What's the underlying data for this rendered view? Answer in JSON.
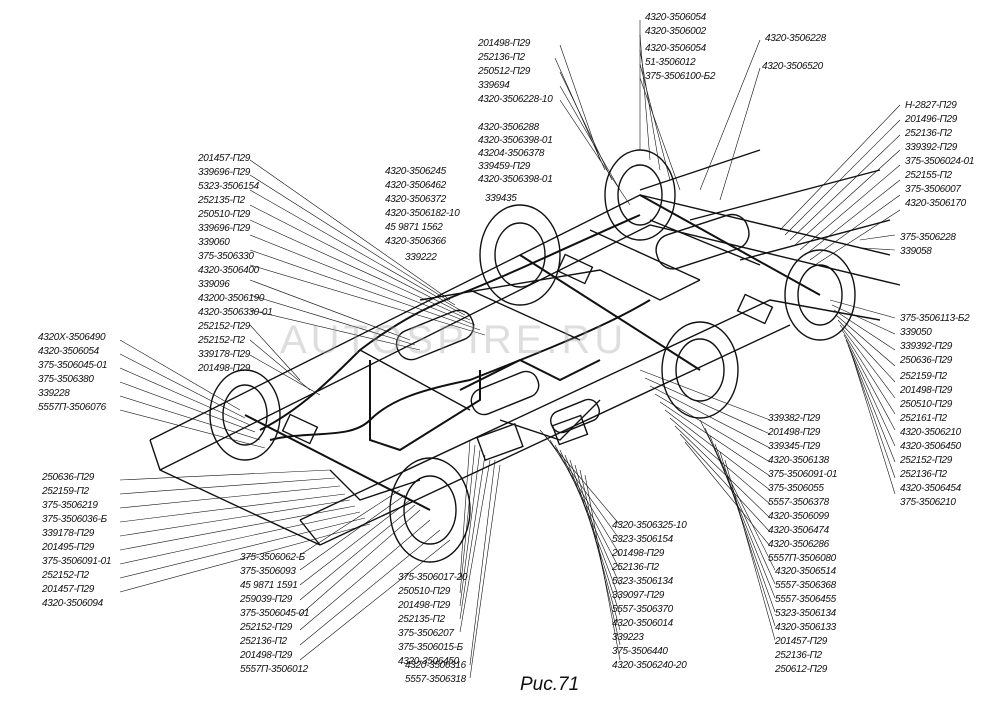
{
  "caption": "Рис.71",
  "watermark": "AUTOSPIRE.RU",
  "groups": {
    "top": [
      "201498-П29",
      "252136-П2",
      "250512-П29",
      "339694",
      "4320-3506228-10"
    ],
    "top_center": [
      "4320-3506054",
      "4320-3506002",
      "4320-3506054",
      "51-3506012",
      "375-3506100-Б2"
    ],
    "top_right": [
      "4320-3506228",
      "4320-3506520"
    ],
    "center_top": [
      "4320-3506288",
      "4320-3506398-01",
      "43204-3506378",
      "339459-П29",
      "4320-3506398-01",
      "339435"
    ],
    "center_left": [
      "4320-3506245",
      "4320-3506462",
      "4320-3506372",
      "4320-3506182-10",
      "45 9871 1562",
      "4320-3506366",
      "339222"
    ],
    "left": [
      "201457-П29",
      "339696-П29",
      "5323-3506154",
      "252135-П2",
      "250510-П29",
      "339696-П29",
      "339060",
      "375-3506330",
      "4320-3506400",
      "339096",
      "43200-3506190",
      "4320-3506330-01",
      "252152-П29",
      "252152-П2",
      "339178-П29",
      "201498-П29"
    ],
    "far_left": [
      "4320Х-3506490",
      "4320-3506054",
      "375-3506045-01",
      "375-3506380",
      "339228",
      "5557П-3506076"
    ],
    "lower_left": [
      "250636-П29",
      "252159-П2",
      "375-3506219",
      "375-3506036-Б",
      "339178-П29",
      "201495-П29",
      "375-3506091-01",
      "252152-П2",
      "201457-П29",
      "4320-3506094"
    ],
    "bottom_left": [
      "375-3506062-Б",
      "375-3506093",
      "45 9871 1591",
      "259039-П29",
      "375-3506045-01",
      "252152-П29",
      "252136-П2",
      "201498-П29",
      "5557П-3506012"
    ],
    "bottom_center": [
      "375-3506017-20",
      "250510-П29",
      "201498-П29",
      "252135-П2",
      "375-3506207",
      "375-3506015-Б",
      "4320-3506450"
    ],
    "bottom_caption_left": [
      "4320-3506316",
      "5557-3506318"
    ],
    "bottom_mid": [
      "4320-3506325-10",
      "5323-3506154",
      "201498-П29",
      "252136-П2",
      "5323-3506134",
      "339097-П29",
      "5557-3506370",
      "4320-3506014",
      "339223",
      "375-3506440",
      "4320-3506240-20"
    ],
    "right_mid": [
      "339382-П29",
      "201498-П29",
      "339345-П29",
      "4320-3506138",
      "375-3506091-01",
      "375-3506055",
      "5557-3506378",
      "4320-3506099",
      "4320-3506474",
      "4320-3506286",
      "5557П-3506080"
    ],
    "bottom_right": [
      "4320-3506514",
      "5557-3506368",
      "5557-3506455",
      "5323-3506134",
      "4320-3506133",
      "201457-П29",
      "252136-П2",
      "250612-П29"
    ],
    "right": [
      "Н-2827-П29",
      "201496-П29",
      "252136-П2",
      "339392-П29",
      "375-3506024-01",
      "252155-П2",
      "375-3506007",
      "4320-3506170",
      "375-3506228",
      "339058"
    ],
    "right_lower": [
      "375-3506113-Б2",
      "339050",
      "339392-П29",
      "250636-П29",
      "252159-П2",
      "201498-П29",
      "250510-П29",
      "252161-П2",
      "4320-3506210",
      "4320-3506450",
      "252152-П29",
      "252136-П2",
      "4320-3506454",
      "375-3506210"
    ]
  }
}
